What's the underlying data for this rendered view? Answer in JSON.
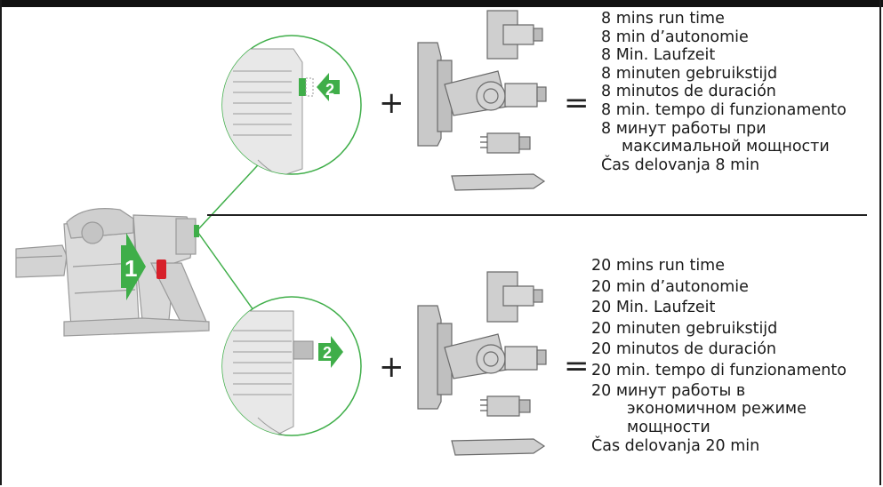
{
  "top_section": {
    "plus": "+",
    "equals": "=",
    "step_badge": "2",
    "lines": [
      "8 mins run time",
      "8 min d’autonomie",
      "8 Min. Laufzeit",
      "8 minuten gebruikstijd",
      "8 minutos de duración",
      "8 min. tempo di funzionamento",
      "8 минут работы при",
      "максимальной мощности",
      "Čas delovanja 8 min"
    ]
  },
  "bottom_section": {
    "plus": "+",
    "equals": "=",
    "step_badge": "2",
    "lines": [
      "20 mins run time",
      "20 min d’autonomie",
      "20 Min. Laufzeit",
      "20 minuten gebruikstijd",
      "20 minutos de duración",
      "20 min. tempo di funzionamento",
      "20 минут работы в",
      "экономичном режиме",
      "мощности",
      "Čas delovanja 20 min"
    ]
  },
  "vacuum": {
    "step_badge": "1"
  },
  "colors": {
    "accent_green": "#3fae49",
    "trigger_red": "#d7202a",
    "tool_gray": "#c8c8c8",
    "outline": "#2a2a2a"
  }
}
